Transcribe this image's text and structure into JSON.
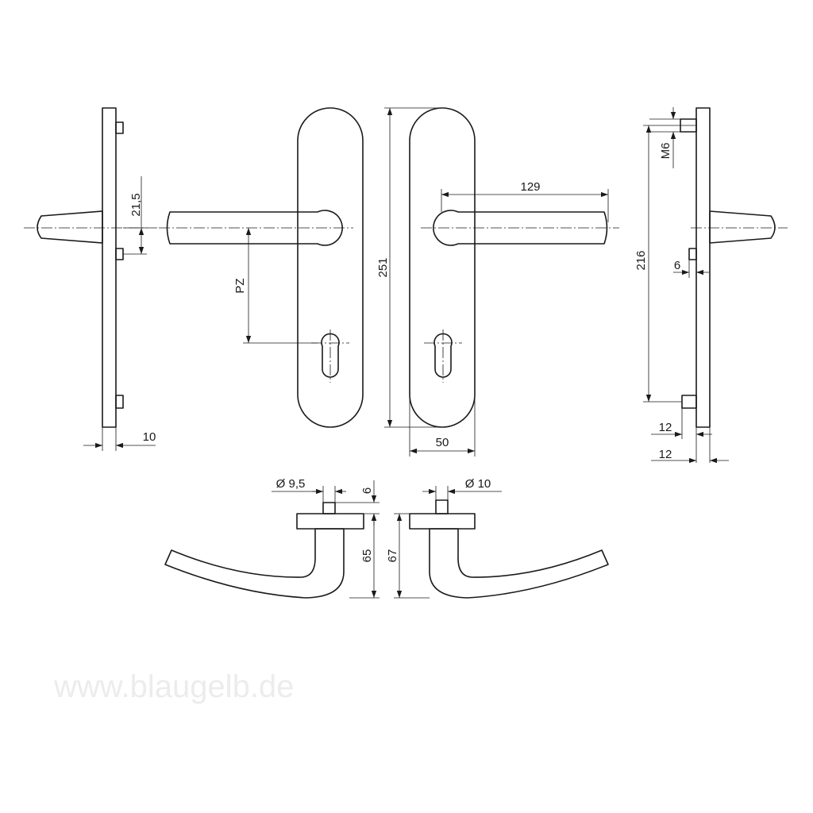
{
  "watermark": "www.blaugelb.de",
  "dimensions": {
    "side_left_rose_pitch": "21,5",
    "side_left_thickness": "10",
    "cylinder_distance": "PZ",
    "plate_height": "251",
    "plate_width": "50",
    "handle_length": "129",
    "thread": "M6",
    "screw_spacing": "216",
    "pin_offset": "6",
    "right_offset_a": "12",
    "right_offset_b": "12",
    "spindle_dia_left": "Ø 9,5",
    "spindle_len": "6",
    "lever_height_left": "65",
    "spindle_dia_right": "Ø 10",
    "lever_height_right": "67"
  }
}
